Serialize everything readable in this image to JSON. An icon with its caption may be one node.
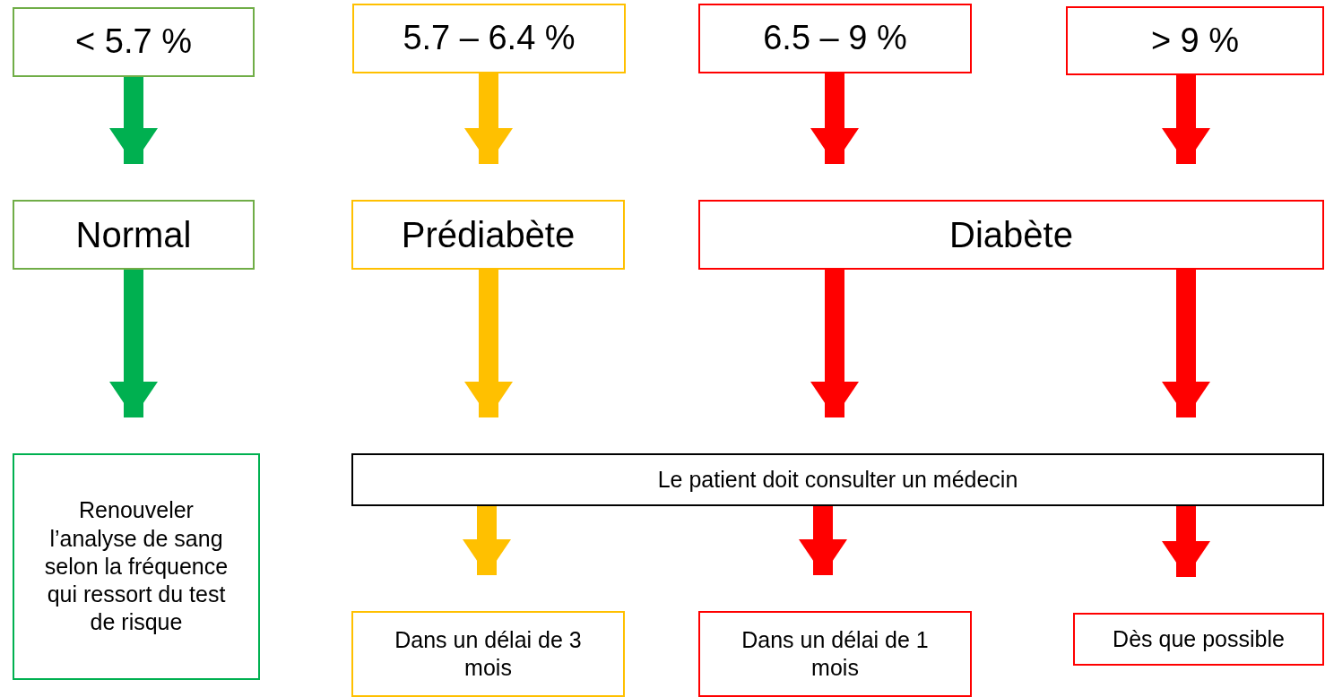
{
  "diagram": {
    "nodes": [
      {
        "text": [
          "< 5.7 %"
        ]
      },
      {
        "text": [
          "5.7 – 6.4 %"
        ]
      },
      {
        "text": [
          "6.5 – 9 %"
        ]
      },
      {
        "text": [
          "> 9 %"
        ]
      },
      {
        "text": [
          "Normal"
        ]
      },
      {
        "text": [
          "Prédiabète"
        ]
      },
      {
        "text": [
          "Diabète"
        ]
      },
      {
        "text": [
          "Renouveler l’analyse de sang selon la fréquence qui ressort du test de risque"
        ]
      },
      {
        "text": [
          "Le patient doit consulter un médecin"
        ]
      },
      {
        "text": [
          "Dans un délai de 3 mois"
        ]
      },
      {
        "text": [
          "Dans un délai de 1 mois"
        ]
      },
      {
        "text": [
          "Dès que possible"
        ]
      }
    ],
    "edges": [
      {
        "from": 0,
        "to": 4,
        "arrow": "to",
        "color": "#00b050"
      },
      {
        "from": 1,
        "to": 5,
        "arrow": "to",
        "color": "#ffc000"
      },
      {
        "from": 2,
        "to": 6,
        "arrow": "to"
      },
      {
        "from": 3,
        "to": 6,
        "arrow": "to"
      },
      {
        "from": 4,
        "to": 7,
        "arrow": "to",
        "color": "#00b050"
      },
      {
        "from": 5,
        "to": 8,
        "arrow": "to",
        "color": "#ffc000"
      },
      {
        "from": 6,
        "to": 8,
        "arrow": "to"
      },
      {
        "from": 6,
        "to": 8,
        "arrow": "to"
      },
      {
        "from": 8,
        "to": 9,
        "arrow": "to",
        "color": "#ffc000"
      },
      {
        "from": 8,
        "to": 10,
        "arrow": "to"
      },
      {
        "from": 8,
        "to": 11,
        "arrow": "to"
      }
    ]
  }
}
